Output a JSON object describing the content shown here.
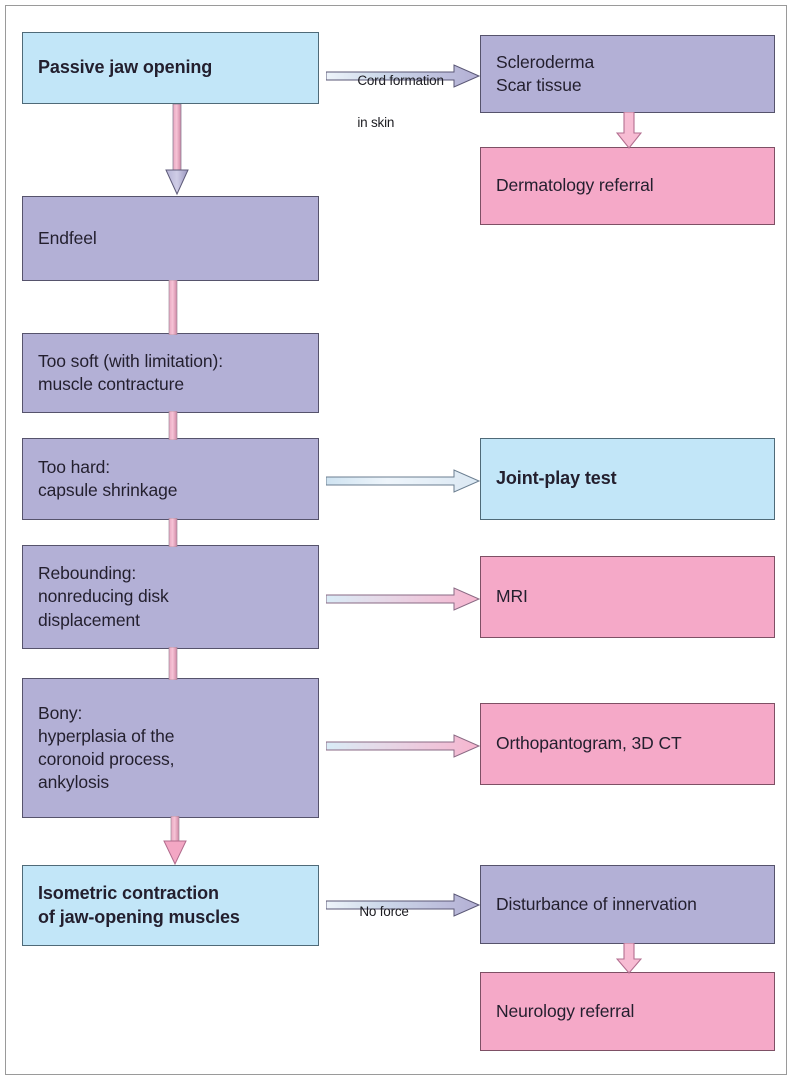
{
  "diagram": {
    "title": "Passive jaw opening diagnostic flowchart",
    "colors": {
      "blue": "#c2e6f8",
      "purple": "#b3b0d6",
      "pink": "#f5a9c8",
      "frame": "#9a9a9a",
      "text": "#231f2e"
    },
    "nodes": [
      {
        "id": "passive-jaw-opening",
        "lines": [
          "Passive jaw opening"
        ],
        "style": "blue"
      },
      {
        "id": "endfeel",
        "lines": [
          "Endfeel"
        ],
        "style": "purple"
      },
      {
        "id": "too-soft",
        "lines": [
          "Too soft (with limitation):",
          "muscle contracture"
        ],
        "style": "purple"
      },
      {
        "id": "too-hard",
        "lines": [
          "Too hard:",
          "capsule shrinkage"
        ],
        "style": "purple"
      },
      {
        "id": "rebounding",
        "lines": [
          "Rebounding:",
          "nonreducing disk",
          "displacement"
        ],
        "style": "purple"
      },
      {
        "id": "bony",
        "lines": [
          "Bony:",
          "hyperplasia of the",
          "coronoid process,",
          "ankylosis"
        ],
        "style": "purple"
      },
      {
        "id": "isometric-contraction",
        "lines": [
          "Isometric contraction",
          "of jaw-opening muscles"
        ],
        "style": "blue"
      },
      {
        "id": "scleroderma",
        "lines": [
          "Scleroderma",
          "Scar tissue"
        ],
        "style": "purple"
      },
      {
        "id": "dermatology-referral",
        "lines": [
          "Dermatology referral"
        ],
        "style": "pink"
      },
      {
        "id": "joint-play-test",
        "lines": [
          "Joint-play test"
        ],
        "style": "blue"
      },
      {
        "id": "mri",
        "lines": [
          "MRI"
        ],
        "style": "pink"
      },
      {
        "id": "orthopantogram",
        "lines": [
          "Orthopantogram, 3D CT"
        ],
        "style": "pink"
      },
      {
        "id": "disturbance",
        "lines": [
          "Disturbance of innervation"
        ],
        "style": "purple"
      },
      {
        "id": "neurology-referral",
        "lines": [
          "Neurology referral"
        ],
        "style": "pink"
      }
    ],
    "edge_labels": {
      "cord_formation_line1": "Cord formation",
      "cord_formation_line2": "in skin",
      "no_force": "No force"
    }
  }
}
